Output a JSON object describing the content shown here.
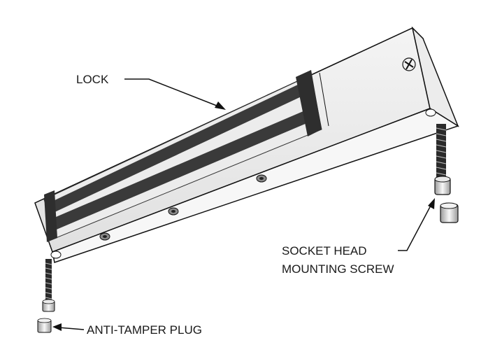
{
  "labels": {
    "lock": "LOCK",
    "screw_line1": "SOCKET HEAD",
    "screw_line2": "MOUNTING SCREW",
    "plug": "ANTI-TAMPER PLUG"
  }
}
